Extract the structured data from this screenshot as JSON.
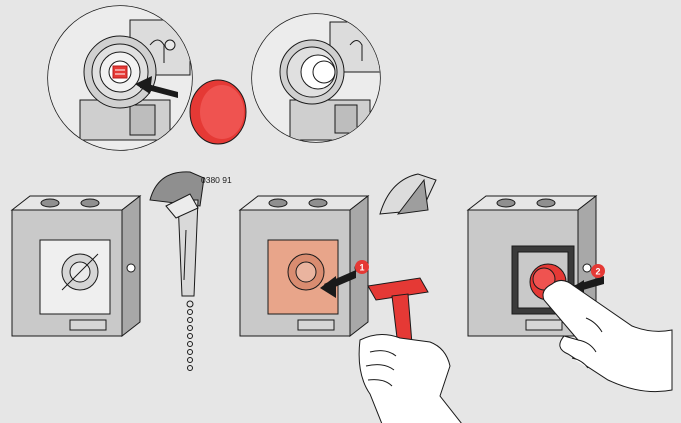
{
  "figure": {
    "part_number": "0380 91",
    "step_markers": [
      "1",
      "2"
    ]
  },
  "colors": {
    "background": "#e6e6e6",
    "housing": "#c9c9c9",
    "housing_dark": "#9e9e9e",
    "outline": "#1a1a1a",
    "red": "#e53935",
    "red_dark": "#b71c1c",
    "orange_glass": "#e8a58a",
    "white": "#ffffff"
  }
}
